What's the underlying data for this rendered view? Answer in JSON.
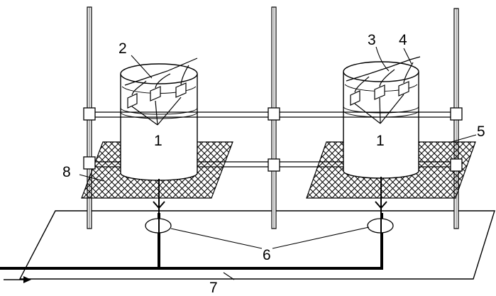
{
  "labels": {
    "l1a": "1",
    "l1b": "1",
    "l2": "2",
    "l3": "3",
    "l4": "4",
    "l5": "5",
    "l6": "6",
    "l7": "7",
    "l8": "8"
  },
  "colors": {
    "ink": "#000000",
    "paper": "#ffffff"
  }
}
